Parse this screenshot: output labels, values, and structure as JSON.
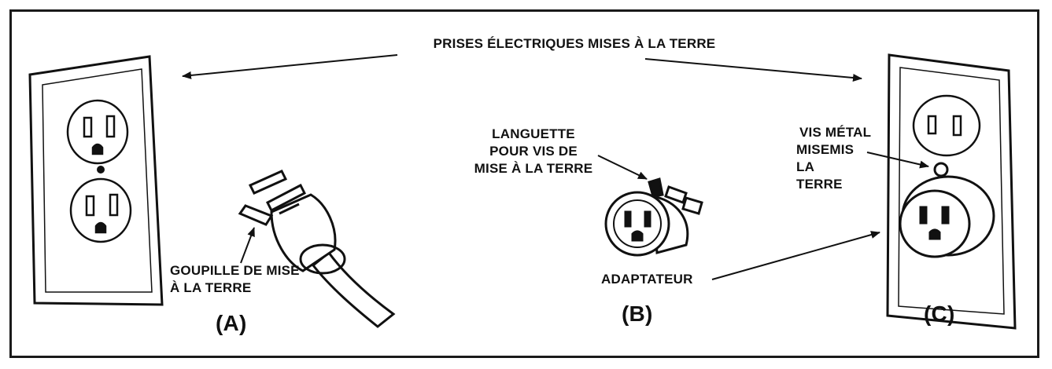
{
  "title": "PRISES ÉLECTRIQUES MISES À LA TERRE",
  "labels": {
    "grounding_pin": [
      "GOUPILLE DE MISE",
      "À LA TERRE"
    ],
    "screw_tab": [
      "LANGUETTE",
      "POUR VIS DE",
      "MISE À LA TERRE"
    ],
    "adapter": "ADAPTATEUR",
    "metal_screw": [
      "VIS MÉTAL",
      "MISEMIS",
      "LA",
      "TERRE"
    ]
  },
  "figures": {
    "a": "(A)",
    "b": "(B)",
    "c": "(C)"
  }
}
